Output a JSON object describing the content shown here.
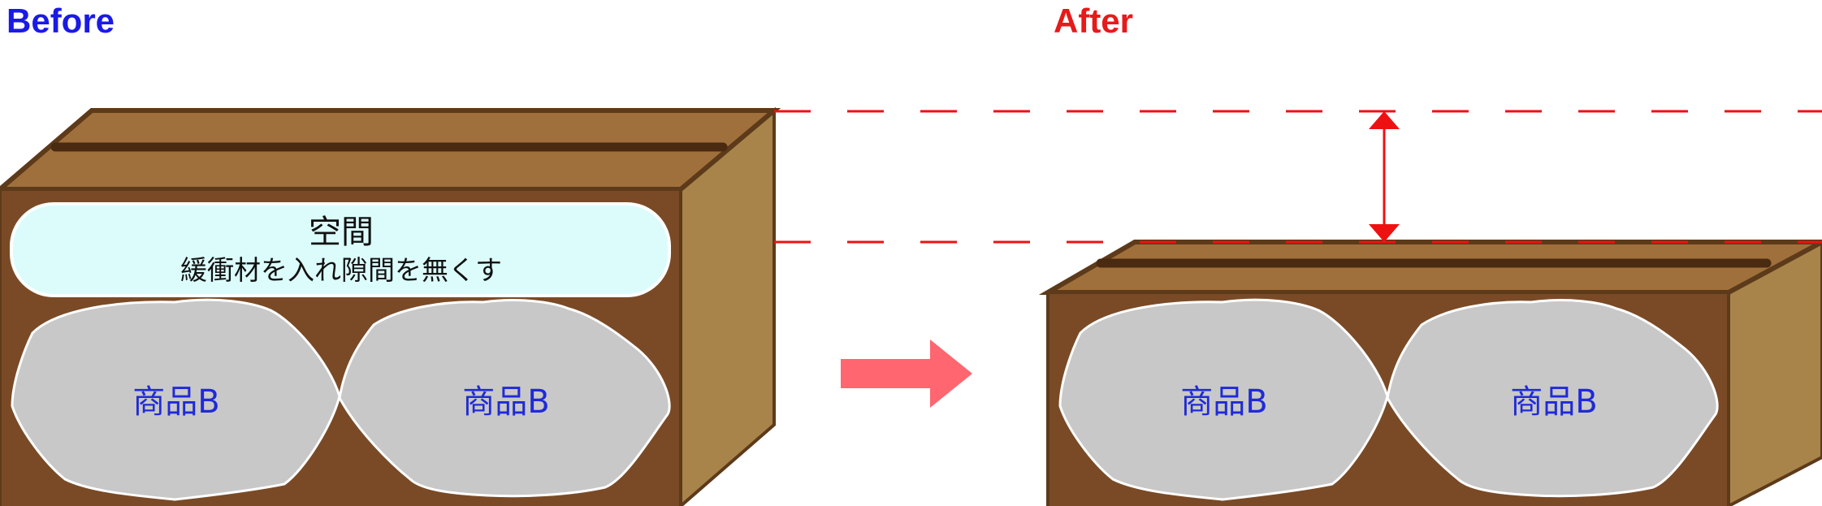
{
  "before": {
    "heading": "Before",
    "space_title": "空間",
    "space_subtitle": "緩衝材を入れ隙間を無くす",
    "products": [
      "商品B",
      "商品B"
    ]
  },
  "after": {
    "heading": "After",
    "products": [
      "商品B",
      "商品B"
    ]
  },
  "colors": {
    "before_heading": "#1a1ae6",
    "after_heading": "#e61a1a",
    "box_front": "#7a4a26",
    "box_top": "#a0703c",
    "box_side": "#a8844a",
    "box_outline": "#5c3a1a",
    "tape": "#4a2a10",
    "space_fill": "#dcfcfc",
    "product_fill": "#c8c8c8",
    "guide_line": "#ee1111",
    "transition_arrow": "#ff6670"
  }
}
